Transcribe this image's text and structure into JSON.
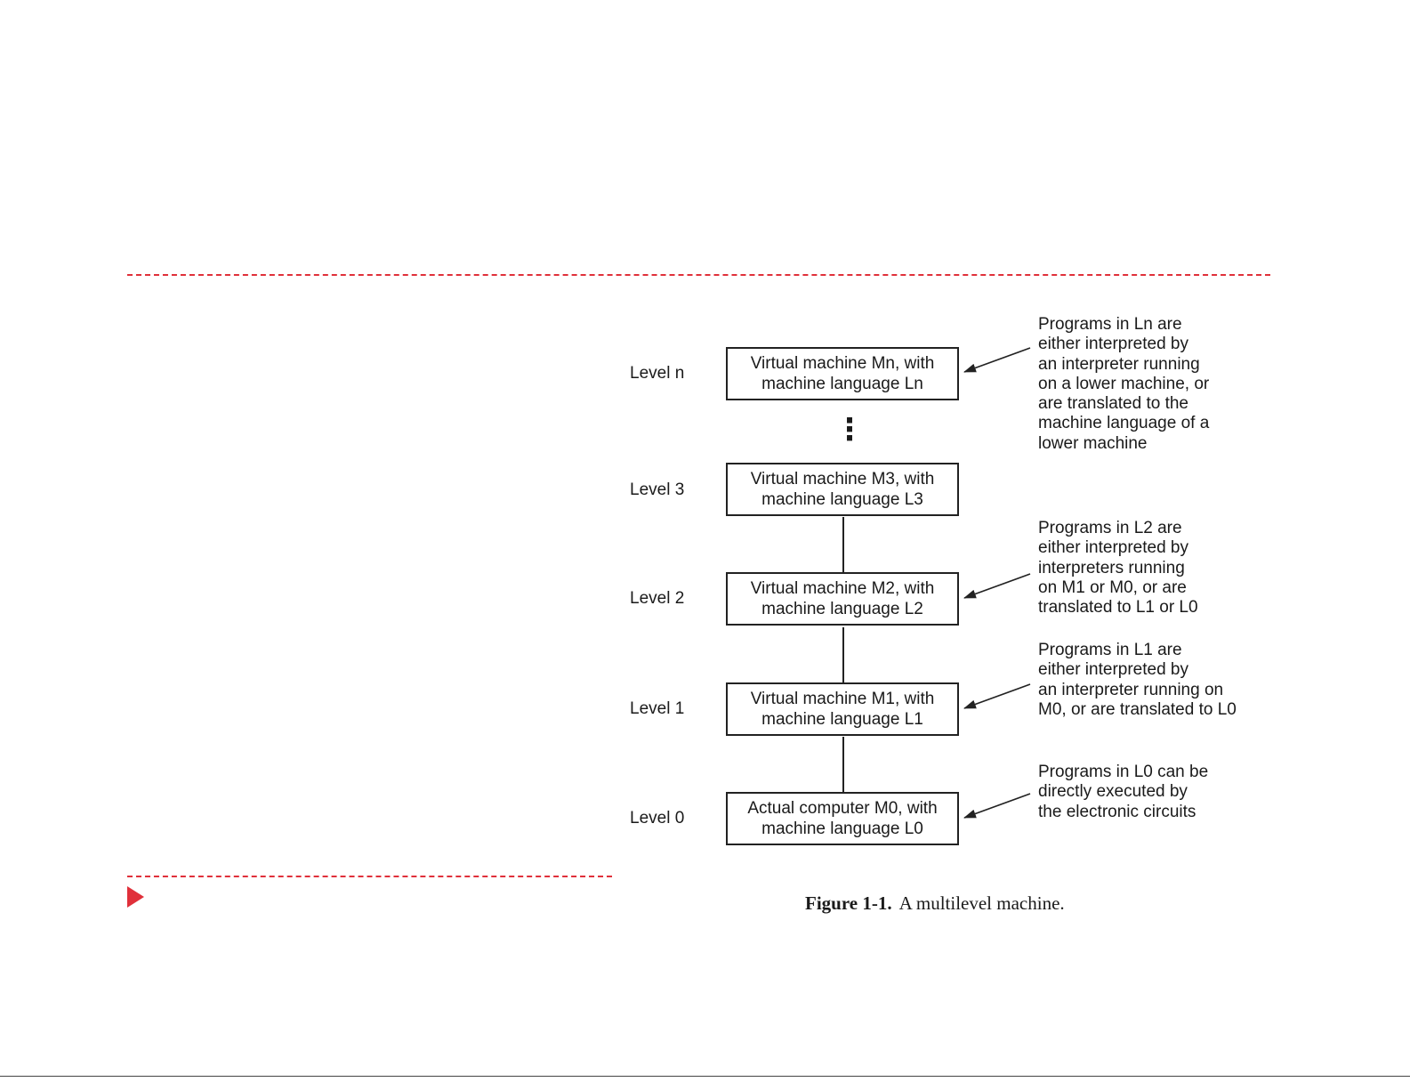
{
  "levels": [
    {
      "label": "Level n",
      "box_line1": "Virtual machine Mn, with",
      "box_line2": "machine language Ln"
    },
    {
      "label": "Level 3",
      "box_line1": "Virtual machine M3, with",
      "box_line2": "machine language L3"
    },
    {
      "label": "Level 2",
      "box_line1": "Virtual machine M2, with",
      "box_line2": "machine language L2"
    },
    {
      "label": "Level 1",
      "box_line1": "Virtual machine M1, with",
      "box_line2": "machine language L1"
    },
    {
      "label": "Level 0",
      "box_line1": "Actual computer M0, with",
      "box_line2": "machine language L0"
    }
  ],
  "ellipsis": "⋮",
  "notes": [
    "Programs in Ln are\neither interpreted by\nan interpreter running\non a lower machine, or\nare translated to the\nmachine language of a\nlower machine",
    "Programs in L2 are\neither interpreted by\ninterpreters running\non M1 or M0, or are\ntranslated to L1 or L0",
    "Programs in L1 are\neither interpreted by\nan interpreter running on\nM0, or are translated to L0",
    "Programs in L0 can be\ndirectly executed by\nthe electronic circuits"
  ],
  "caption": {
    "number": "Figure 1-1.",
    "text": "A multilevel machine."
  },
  "colors": {
    "accent": "#e0303a",
    "line": "#222222"
  }
}
